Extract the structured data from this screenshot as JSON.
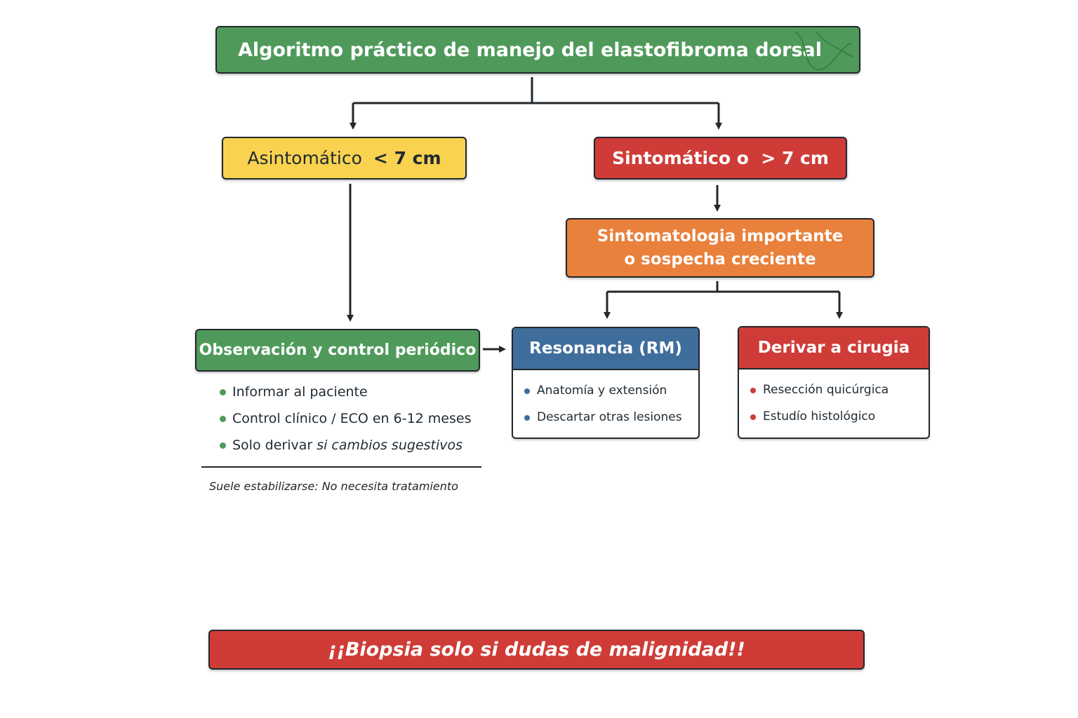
{
  "title": "Algoritmo práctico de manejo del elastofibroma dorsal",
  "asymptomatic": {
    "label": "Asintomático",
    "size": "< 7 cm"
  },
  "symptomatic": {
    "label": "Sintomático o  > 7 cm"
  },
  "sintomatologia": {
    "line1": "Sintomatologia importante",
    "line2": "o sospecha creciente"
  },
  "observation": {
    "label": "Observación y control periódico",
    "items": [
      {
        "text": "Informar al paciente"
      },
      {
        "text": "Control clínico / ECO en 6-12 meses"
      },
      {
        "text": "Solo derivar ",
        "italic": "si cambios sugestivos"
      }
    ],
    "note": "Suele estabilizarse: No necesita tratamiento"
  },
  "resonancia": {
    "label": "Resonancia (RM)",
    "items": [
      "Anatomía y extensión",
      "Descartar otras lesiones"
    ]
  },
  "cirugia": {
    "label": "Derivar a cirugia",
    "items": [
      "Resección quicúrgica",
      "Estudío histológico"
    ]
  },
  "biopsy": "¡¡Biopsia solo si dudas de malignidad!!",
  "colors": {
    "green": "#4f9a5b",
    "yellow": "#f9d24f",
    "red": "#cf3c37",
    "orange": "#e9803c",
    "blue": "#3f6d9c",
    "line": "#22282c"
  }
}
